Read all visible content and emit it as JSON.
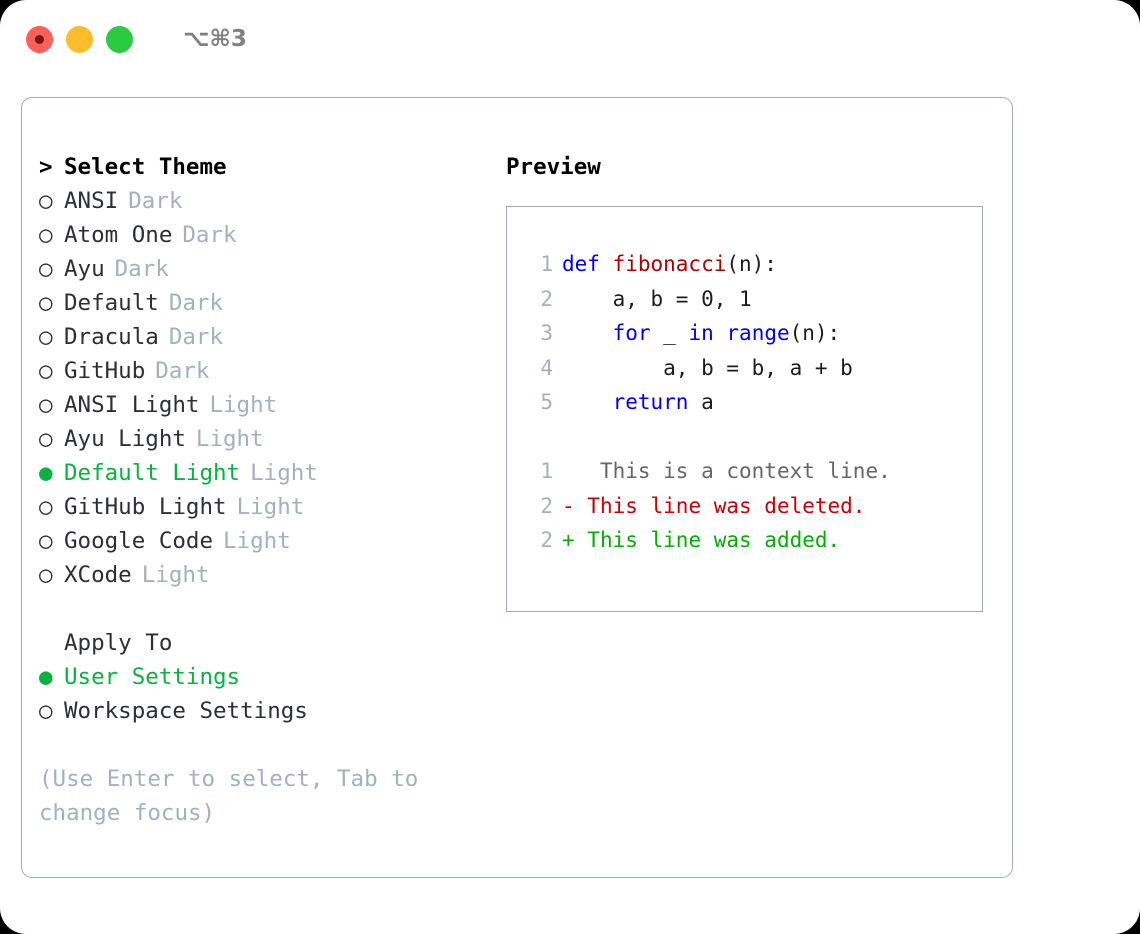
{
  "titlebar": {
    "shortcut": "⌥⌘3",
    "lights": [
      {
        "name": "close",
        "color": "#fc6058"
      },
      {
        "name": "minimize",
        "color": "#fdbc2c"
      },
      {
        "name": "maximize",
        "color": "#2acb42"
      }
    ]
  },
  "theme_picker": {
    "header": {
      "caret": ">",
      "label": "Select Theme"
    },
    "items": [
      {
        "bullet": "○",
        "label": "ANSI",
        "tag": "Dark",
        "selected": false
      },
      {
        "bullet": "○",
        "label": "Atom One",
        "tag": "Dark",
        "selected": false
      },
      {
        "bullet": "○",
        "label": "Ayu",
        "tag": "Dark",
        "selected": false
      },
      {
        "bullet": "○",
        "label": "Default",
        "tag": "Dark",
        "selected": false
      },
      {
        "bullet": "○",
        "label": "Dracula",
        "tag": "Dark",
        "selected": false
      },
      {
        "bullet": "○",
        "label": "GitHub",
        "tag": "Dark",
        "selected": false
      },
      {
        "bullet": "○",
        "label": "ANSI Light",
        "tag": "Light",
        "selected": false
      },
      {
        "bullet": "○",
        "label": "Ayu Light",
        "tag": "Light",
        "selected": false
      },
      {
        "bullet": "●",
        "label": "Default Light",
        "tag": "Light",
        "selected": true
      },
      {
        "bullet": "○",
        "label": "GitHub Light",
        "tag": "Light",
        "selected": false
      },
      {
        "bullet": "○",
        "label": "Google Code",
        "tag": "Light",
        "selected": false
      },
      {
        "bullet": "○",
        "label": "XCode",
        "tag": "Light",
        "selected": false
      }
    ]
  },
  "apply_to": {
    "header": "Apply To",
    "options": [
      {
        "bullet": "●",
        "label": "User Settings",
        "selected": true
      },
      {
        "bullet": "○",
        "label": "Workspace Settings",
        "selected": false
      }
    ]
  },
  "hint": "(Use Enter to select, Tab to change focus)",
  "preview": {
    "title": "Preview",
    "code_lines": [
      {
        "num": "1",
        "tokens": [
          {
            "t": "def ",
            "c": "kw"
          },
          {
            "t": "fibonacci",
            "c": "fn"
          },
          {
            "t": "(n):",
            "c": "pl"
          }
        ]
      },
      {
        "num": "2",
        "tokens": [
          {
            "t": "    a, b = 0, 1",
            "c": "pl"
          }
        ]
      },
      {
        "num": "3",
        "tokens": [
          {
            "t": "    ",
            "c": "pl"
          },
          {
            "t": "for",
            "c": "kw"
          },
          {
            "t": " _ ",
            "c": "pl"
          },
          {
            "t": "in",
            "c": "kw"
          },
          {
            "t": " ",
            "c": "pl"
          },
          {
            "t": "range",
            "c": "kw"
          },
          {
            "t": "(n):",
            "c": "pl"
          }
        ]
      },
      {
        "num": "4",
        "tokens": [
          {
            "t": "        a, b = b, a + b",
            "c": "pl"
          }
        ]
      },
      {
        "num": "5",
        "tokens": [
          {
            "t": "    ",
            "c": "pl"
          },
          {
            "t": "return",
            "c": "kw"
          },
          {
            "t": " a",
            "c": "pl"
          }
        ]
      }
    ],
    "diff_lines": [
      {
        "num": "1",
        "marker": "  ",
        "text": " This is a context line.",
        "kind": "ctx"
      },
      {
        "num": "2",
        "marker": "- ",
        "text": "This line was deleted.",
        "kind": "del"
      },
      {
        "num": "2",
        "marker": "+ ",
        "text": "This line was added.",
        "kind": "add"
      }
    ]
  },
  "colors": {
    "accent_green": "#07b33f",
    "muted_tag": "#a4b0c0",
    "border": "#9eabba",
    "keyword_blue": "#0000ee",
    "function_red": "#b00000",
    "diff_delete": "#cc0000",
    "diff_add": "#00b000",
    "context_gray": "#666666"
  }
}
